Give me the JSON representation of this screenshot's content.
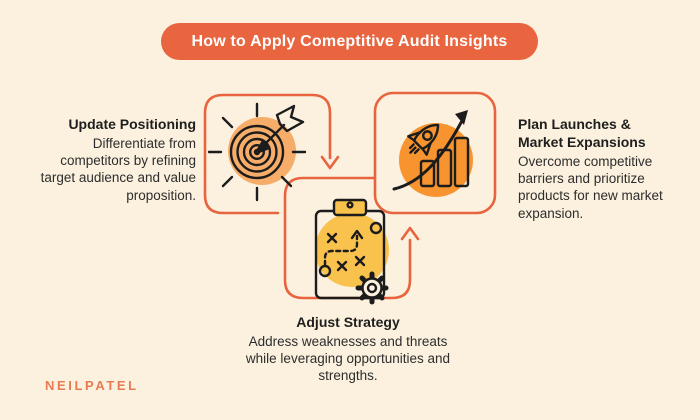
{
  "banner": {
    "title": "How to Apply Comeptitive Audit Insights"
  },
  "steps": [
    {
      "title": "Update Positioning",
      "description": "Differentiate from competitors by refining target audience and value proposition.",
      "icon": "target-dart-icon",
      "icon_bg": "#F7AD6A"
    },
    {
      "title": "Adjust Strategy",
      "description": "Address weaknesses and threats while leveraging opportunities and strengths.",
      "icon": "strategy-clipboard-icon",
      "icon_bg": "#F9C24D"
    },
    {
      "title": "Plan Launches & Market Expansions",
      "description": "Overcome competitive barriers and prioritize products for new market expansion.",
      "icon": "rocket-growth-icon",
      "icon_bg": "#F79430"
    }
  ],
  "footer": {
    "logo_text": "NEILPATEL"
  },
  "colors": {
    "background": "#FBF1DE",
    "accent_orange": "#E8643F",
    "banner_fill": "#E96540",
    "banner_text": "#FFFFFF",
    "body_text": "#2D2D2D",
    "icon_stroke": "#1C1C1C",
    "logo": "#E97C52"
  }
}
